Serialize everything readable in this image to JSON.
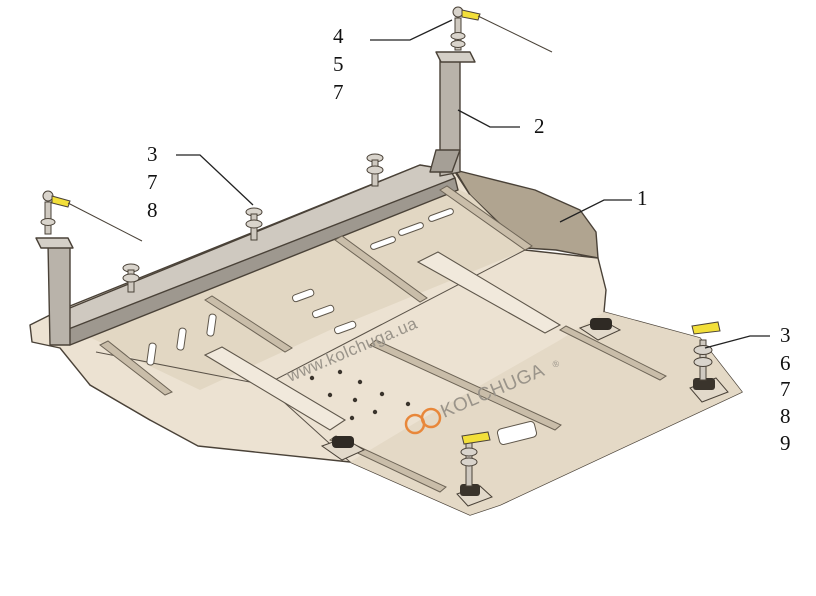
{
  "colors": {
    "plate_light": "#ece2d2",
    "plate_mid": "#d8ccb8",
    "plate_shadow": "#a89c8a",
    "bracket": "#b9b3aa",
    "edge": "#4a4238",
    "accent_yellow": "#f2df3a",
    "logo_orange": "#e8873a"
  },
  "watermark": {
    "url": "www.kolchuga.ua",
    "brand": "KOLCHUGA",
    "registered_mark": "®"
  },
  "callouts": {
    "top_bolt": [
      "4",
      "5",
      "7"
    ],
    "bracket": "2",
    "rail_fastener": [
      "3",
      "7",
      "8"
    ],
    "plate": "1",
    "right_fastener": [
      "3",
      "6",
      "7",
      "8",
      "9"
    ]
  }
}
